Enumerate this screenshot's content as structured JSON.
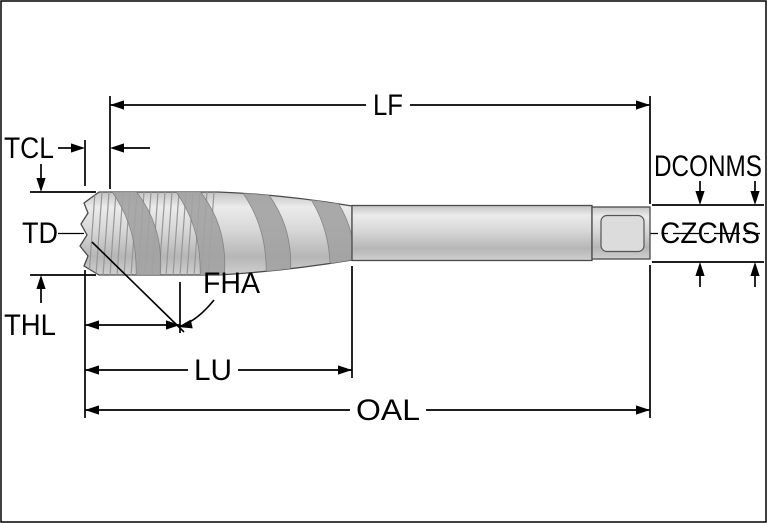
{
  "diagram": {
    "labels": {
      "lf": "LF",
      "tcl": "TCL",
      "dconms": "DCONMS",
      "td": "TD",
      "czcms": "CZCMS",
      "fha": "FHA",
      "thl": "THL",
      "lu": "LU",
      "oal": "OAL"
    },
    "colors": {
      "line": "#000000",
      "tool_outline": "#4a4a4a",
      "tool_fill_light": "#ececec",
      "tool_fill_mid": "#cccccc",
      "tool_fill_dark": "#b0b0b0",
      "flute_shadow": "#a2a2a2",
      "background": "#ffffff"
    }
  }
}
